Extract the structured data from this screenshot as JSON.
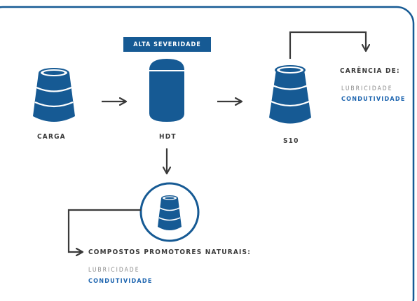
{
  "badge": "ALTA SEVERIDADE",
  "nodes": {
    "carga": "CARGA",
    "hdt": "HDT",
    "s10": "S10"
  },
  "s10_note": {
    "title": "CARÊNCIA DE:",
    "item1": "LUBRICIDADE",
    "item2": "CONDUTIVIDADE"
  },
  "natural": {
    "title": "COMPOSTOS PROMOTORES NATURAIS:",
    "item1": "LUBRICIDADE",
    "item2": "CONDUTIVIDADE"
  },
  "colors": {
    "barrel": "#165a94",
    "frame": "#165a94",
    "arrow": "#3a3a3a",
    "accent_text": "#1f66b0"
  }
}
